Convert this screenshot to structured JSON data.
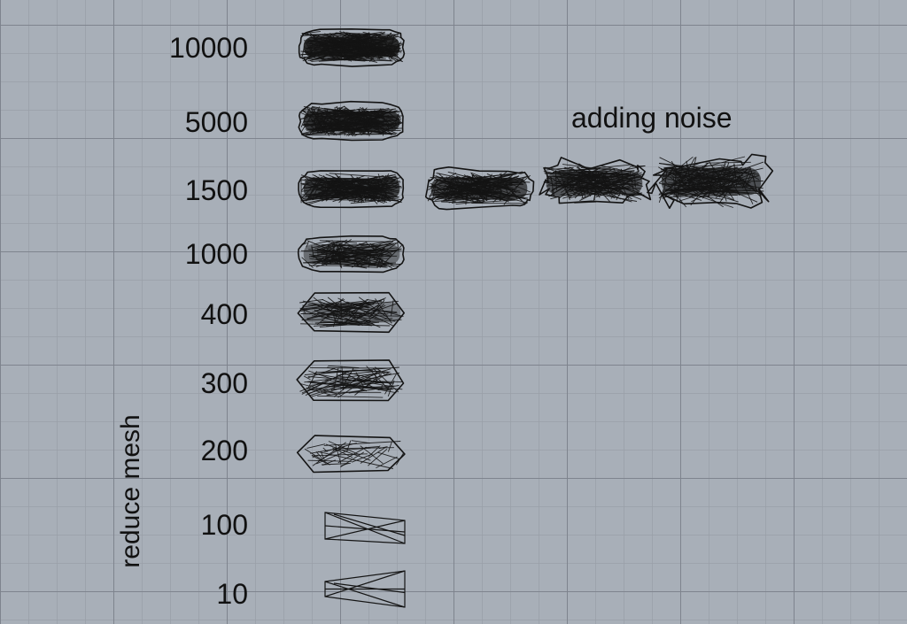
{
  "viewport": {
    "background": "#a8afb8",
    "grid_major": "#7d838c",
    "grid_minor": "#989ea6",
    "mesh_color": "#141414"
  },
  "labels": {
    "horizontal_axis": "adding noise",
    "vertical_axis": "reduce mesh",
    "levels": [
      "10000",
      "5000",
      "1500",
      "1000",
      "400",
      "300",
      "200",
      "100",
      "10"
    ]
  }
}
